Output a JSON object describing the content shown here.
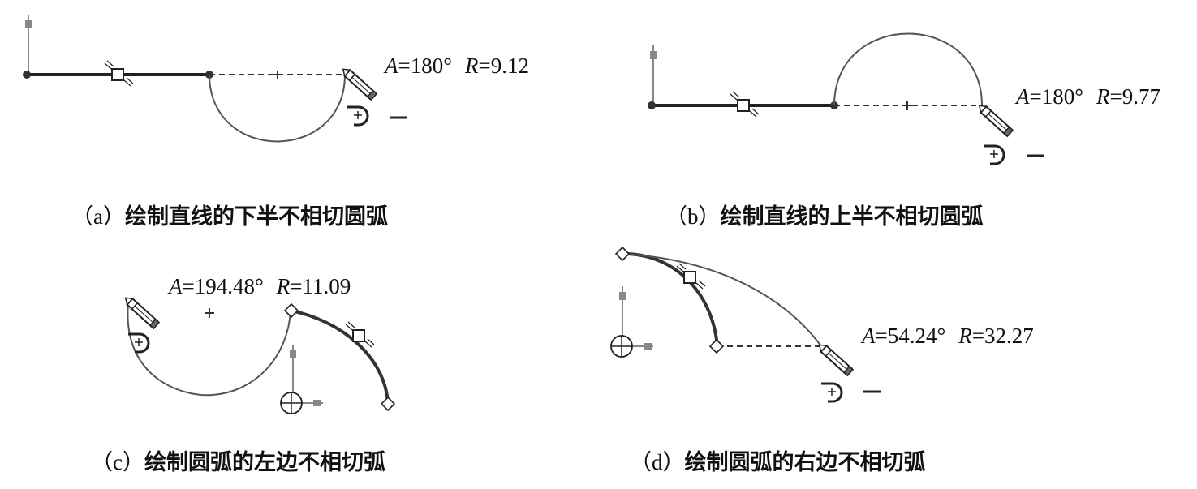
{
  "panels": [
    {
      "id": "a",
      "caption_tag": "（a）",
      "caption_text": "绘制直线的下半不相切圆弧",
      "angle_label": "A",
      "angle_value": "=180°",
      "radius_label": "R",
      "radius_value": "=9.12"
    },
    {
      "id": "b",
      "caption_tag": "（b）",
      "caption_text": "绘制直线的上半不相切圆弧",
      "angle_label": "A",
      "angle_value": "=180°",
      "radius_label": "R",
      "radius_value": "=9.77"
    },
    {
      "id": "c",
      "caption_tag": "（c）",
      "caption_text": "绘制圆弧的左边不相切弧",
      "angle_label": "A",
      "angle_value": "=194.48°",
      "radius_label": "R",
      "radius_value": "=11.09"
    },
    {
      "id": "d",
      "caption_tag": "（d）",
      "caption_text": "绘制圆弧的右边不相切弧",
      "angle_label": "A",
      "angle_value": "=54.24°",
      "radius_label": "R",
      "radius_value": "=32.27"
    }
  ],
  "colors": {
    "line": "#222222",
    "arc": "#555555",
    "axis": "#888888"
  },
  "icons": [
    "pencil-icon",
    "arc-cursor-icon",
    "minus-icon",
    "origin-icon",
    "tangent-point-icon"
  ]
}
